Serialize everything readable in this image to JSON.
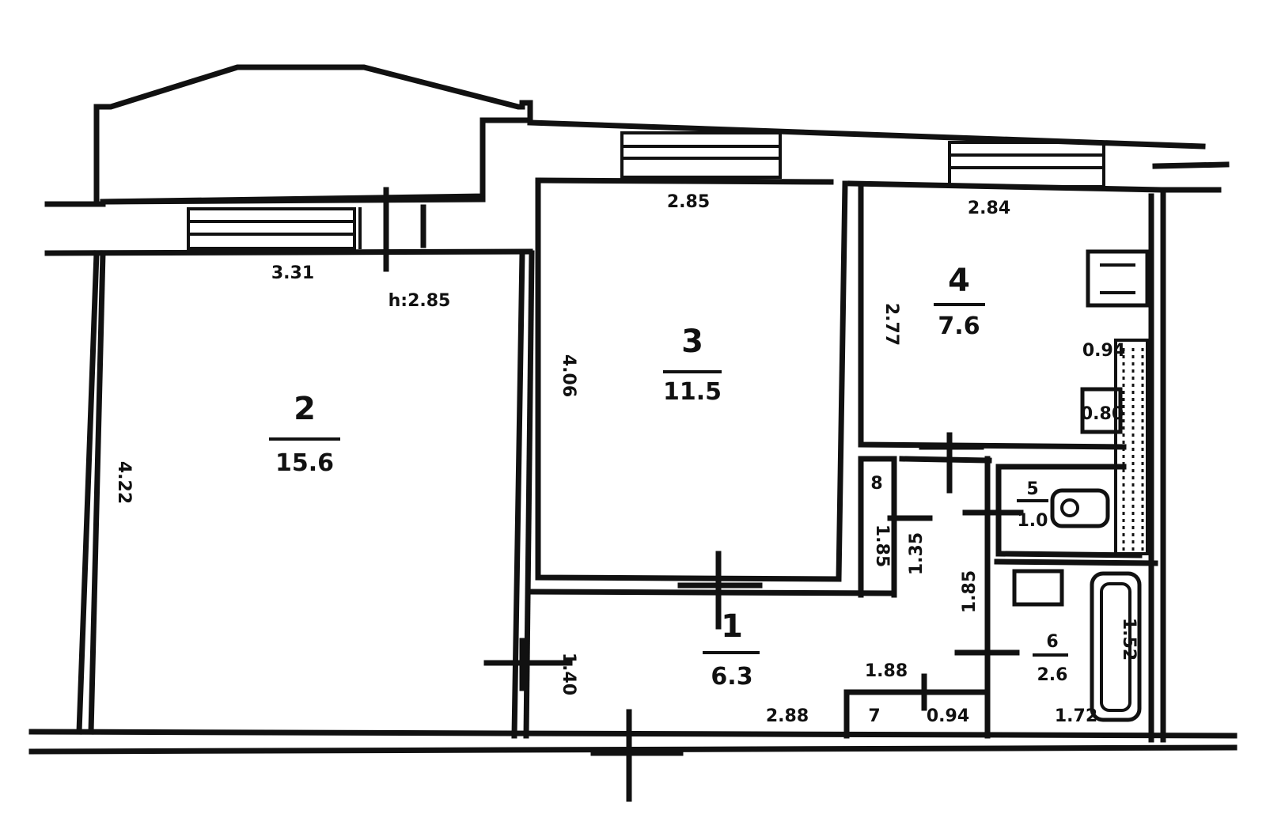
{
  "rooms": [
    {
      "number": "2",
      "area": "15.6"
    },
    {
      "number": "3",
      "area": "11.5"
    },
    {
      "number": "4",
      "area": "7.6"
    },
    {
      "number": "1",
      "area": "6.3"
    },
    {
      "number": "5",
      "area": "1.0"
    },
    {
      "number": "6",
      "area": "2.6"
    }
  ],
  "dimensions": {
    "d1": "3.31",
    "d2": "h:2.85",
    "d3": "2.85",
    "d4": "2.84",
    "d5": "4.22",
    "d6": "4.06",
    "d7": "2.77",
    "d8": "1.40",
    "d9": "1.88",
    "d10": "2.88",
    "d11": "1.85",
    "d12": "1.35",
    "d13": "1.85",
    "d14": "0.94",
    "d15": "0.94",
    "d16": "8",
    "d17": "7",
    "d18": "1.52",
    "d19": "1.72",
    "d20": "0.80"
  }
}
